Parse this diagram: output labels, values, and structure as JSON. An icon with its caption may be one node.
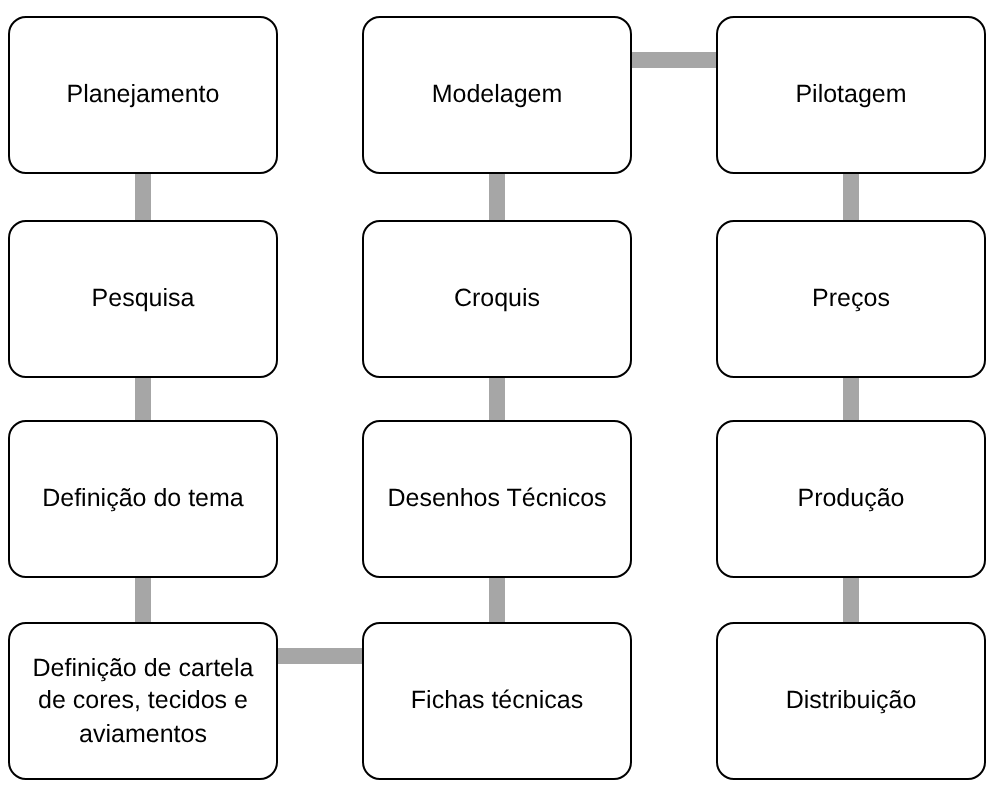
{
  "diagram": {
    "nodes": [
      {
        "text": [
          "Planejamento"
        ]
      },
      {
        "text": [
          "Pesquisa"
        ]
      },
      {
        "text": [
          "Definição do tema"
        ]
      },
      {
        "text": [
          "Definição de cartela de cores, tecidos e aviamentos"
        ]
      },
      {
        "text": [
          "Fichas técnicas"
        ]
      },
      {
        "text": [
          "Desenhos Técnicos"
        ]
      },
      {
        "text": [
          "Croquis"
        ]
      },
      {
        "text": [
          "Modelagem"
        ]
      },
      {
        "text": [
          "Pilotagem"
        ]
      },
      {
        "text": [
          "Preços"
        ]
      },
      {
        "text": [
          "Produção"
        ]
      },
      {
        "text": [
          "Distribuição"
        ]
      }
    ],
    "edges": [
      {
        "from": 0,
        "to": 1,
        "arrow": "none"
      },
      {
        "from": 1,
        "to": 2,
        "arrow": "none"
      },
      {
        "from": 2,
        "to": 3,
        "arrow": "none"
      },
      {
        "from": 3,
        "to": 4,
        "arrow": "none"
      },
      {
        "from": 4,
        "to": 5,
        "arrow": "none"
      },
      {
        "from": 5,
        "to": 6,
        "arrow": "none"
      },
      {
        "from": 6,
        "to": 7,
        "arrow": "none"
      },
      {
        "from": 7,
        "to": 8,
        "arrow": "none"
      },
      {
        "from": 8,
        "to": 9,
        "arrow": "none"
      },
      {
        "from": 9,
        "to": 10,
        "arrow": "none"
      },
      {
        "from": 10,
        "to": 11,
        "arrow": "none"
      }
    ]
  }
}
